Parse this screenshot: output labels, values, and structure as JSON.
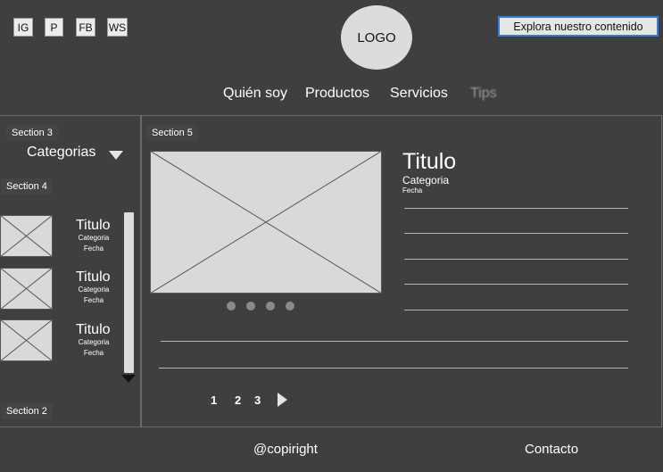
{
  "header": {
    "social": [
      {
        "label": "IG"
      },
      {
        "label": "P"
      },
      {
        "label": "FB"
      },
      {
        "label": "WS"
      }
    ],
    "logo": "LOGO",
    "cta_label": "Explora nuestro contenido",
    "nav": [
      "Quién soy",
      "Productos",
      "Servicios",
      "Tips"
    ]
  },
  "sidebar": {
    "section3_tag": "Section 3",
    "categories_label": "Categorias",
    "section4_tag": "Section 4",
    "items": [
      {
        "title": "Titulo",
        "category": "Categoria",
        "date": "Fecha"
      },
      {
        "title": "Titulo",
        "category": "Categoria",
        "date": "Fecha"
      },
      {
        "title": "Titulo",
        "category": "Categoria",
        "date": "Fecha"
      }
    ],
    "section2_tag": "Section 2"
  },
  "main": {
    "section5_tag": "Section 5",
    "title": "Titulo",
    "category": "Categoria",
    "date": "Fecha",
    "pagination": [
      "1",
      "2",
      "3"
    ]
  },
  "footer": {
    "copyright": "@copiright",
    "contact": "Contacto"
  },
  "colors": {
    "background": "#3f3f3f",
    "placeholder": "#d9d9d9",
    "accent": "#2f7fd6"
  }
}
